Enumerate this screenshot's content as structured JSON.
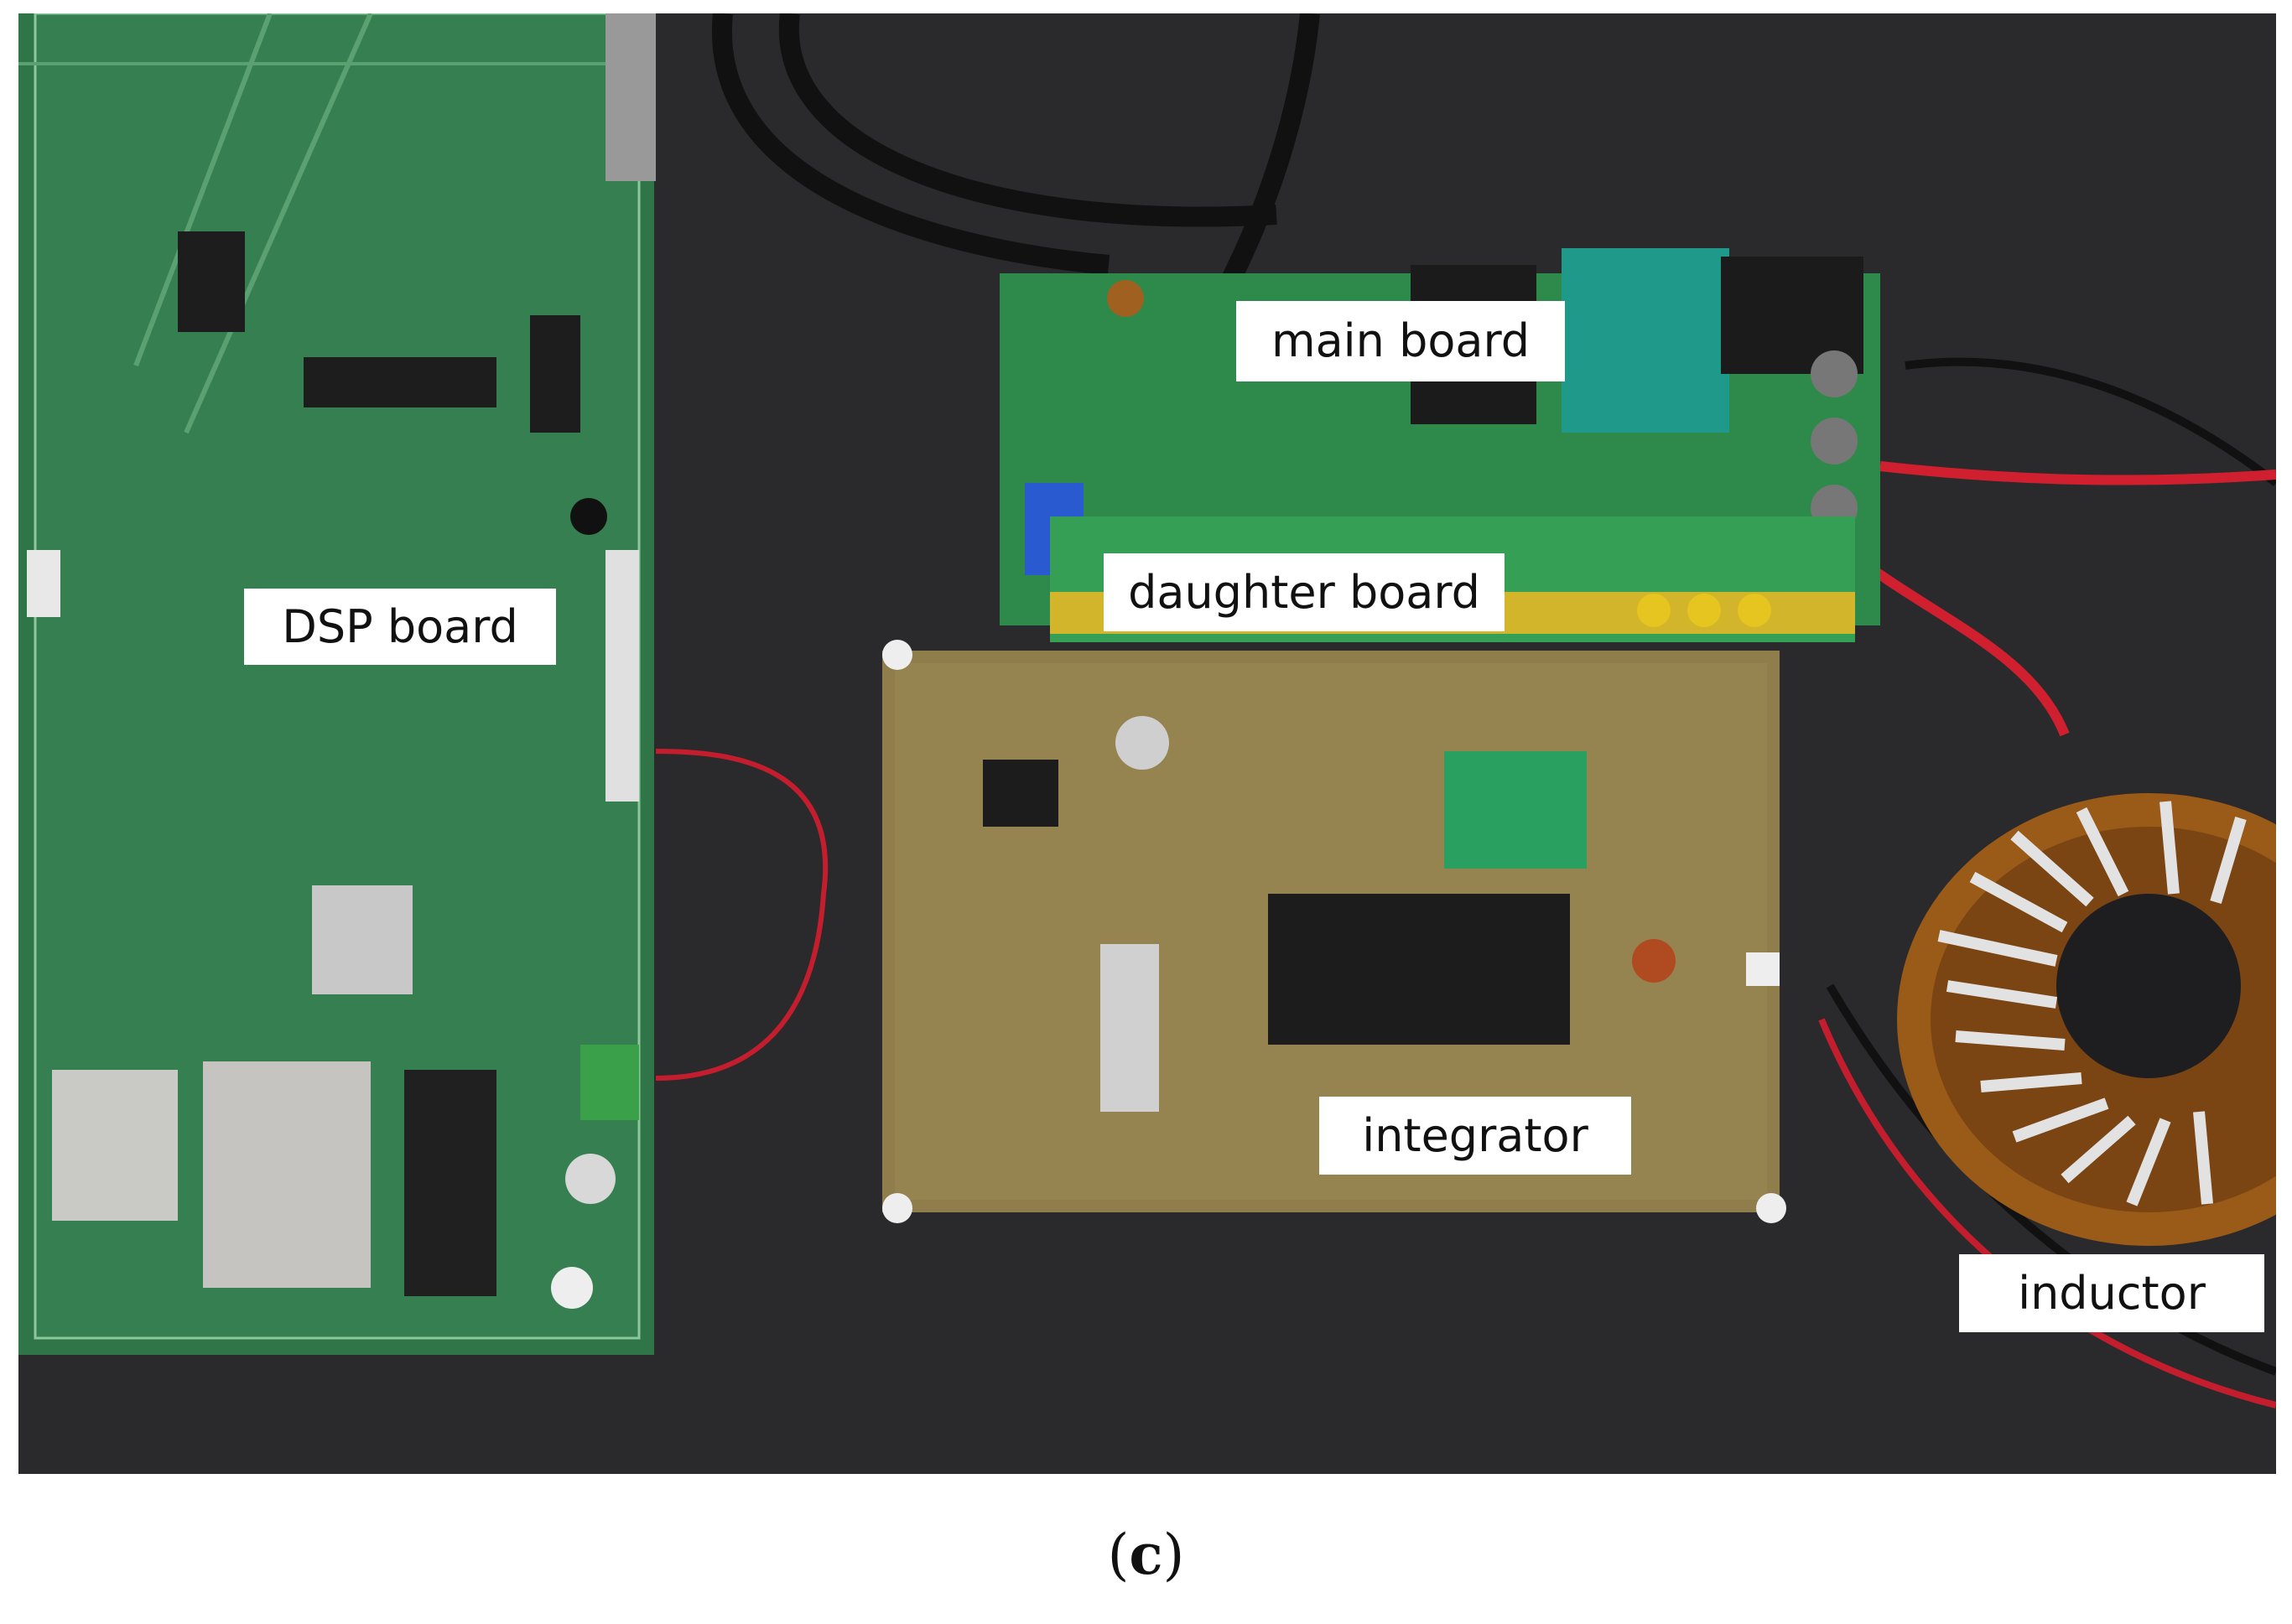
{
  "figure": {
    "labels": {
      "main_board": "main board",
      "daughter_board": "daughter board",
      "dsp_board": "DSP board",
      "integrator": "integrator",
      "inductor": "inductor"
    },
    "caption": {
      "open": "(",
      "letter": "c",
      "close": ")"
    },
    "colors": {
      "background": "#2b2b2d",
      "pcb_green": "#2e7a45",
      "perfboard": "#8a7a4a",
      "copper": "#b07a2a",
      "label_bg": "#ffffff"
    }
  }
}
